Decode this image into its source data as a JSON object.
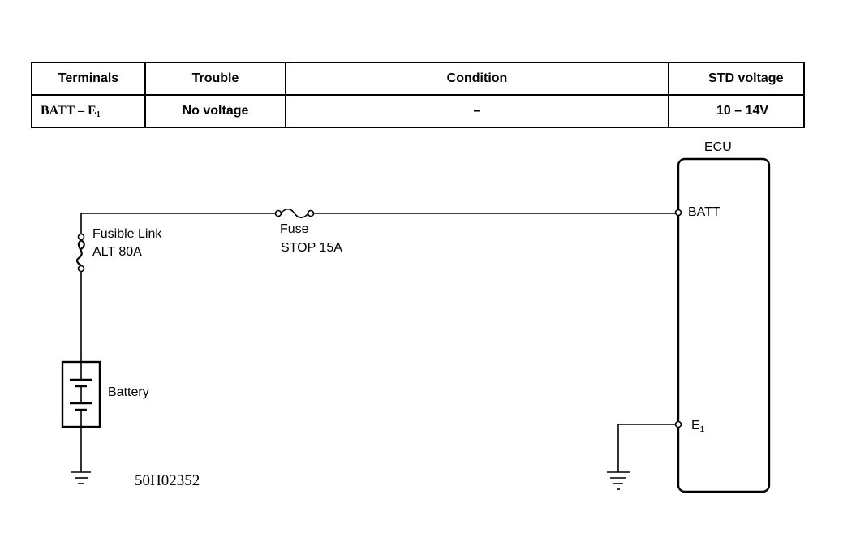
{
  "table": {
    "headers": {
      "terminals": "Terminals",
      "trouble": "Trouble",
      "condition": "Condition",
      "std_voltage": "STD voltage"
    },
    "row": {
      "terminals": "BATT – E",
      "terminals_sub": "1",
      "trouble": "No voltage",
      "condition": "–",
      "std_voltage": "10 – 14V"
    }
  },
  "diagram": {
    "ecu_label": "ECU",
    "batt_terminal": "BATT",
    "e1_terminal": "E",
    "e1_terminal_sub": "1",
    "fusible_link_line1": "Fusible Link",
    "fusible_link_line2": "ALT 80A",
    "fuse_line1": "Fuse",
    "fuse_line2": "STOP 15A",
    "battery_label": "Battery",
    "figure_code": "50H02352"
  }
}
